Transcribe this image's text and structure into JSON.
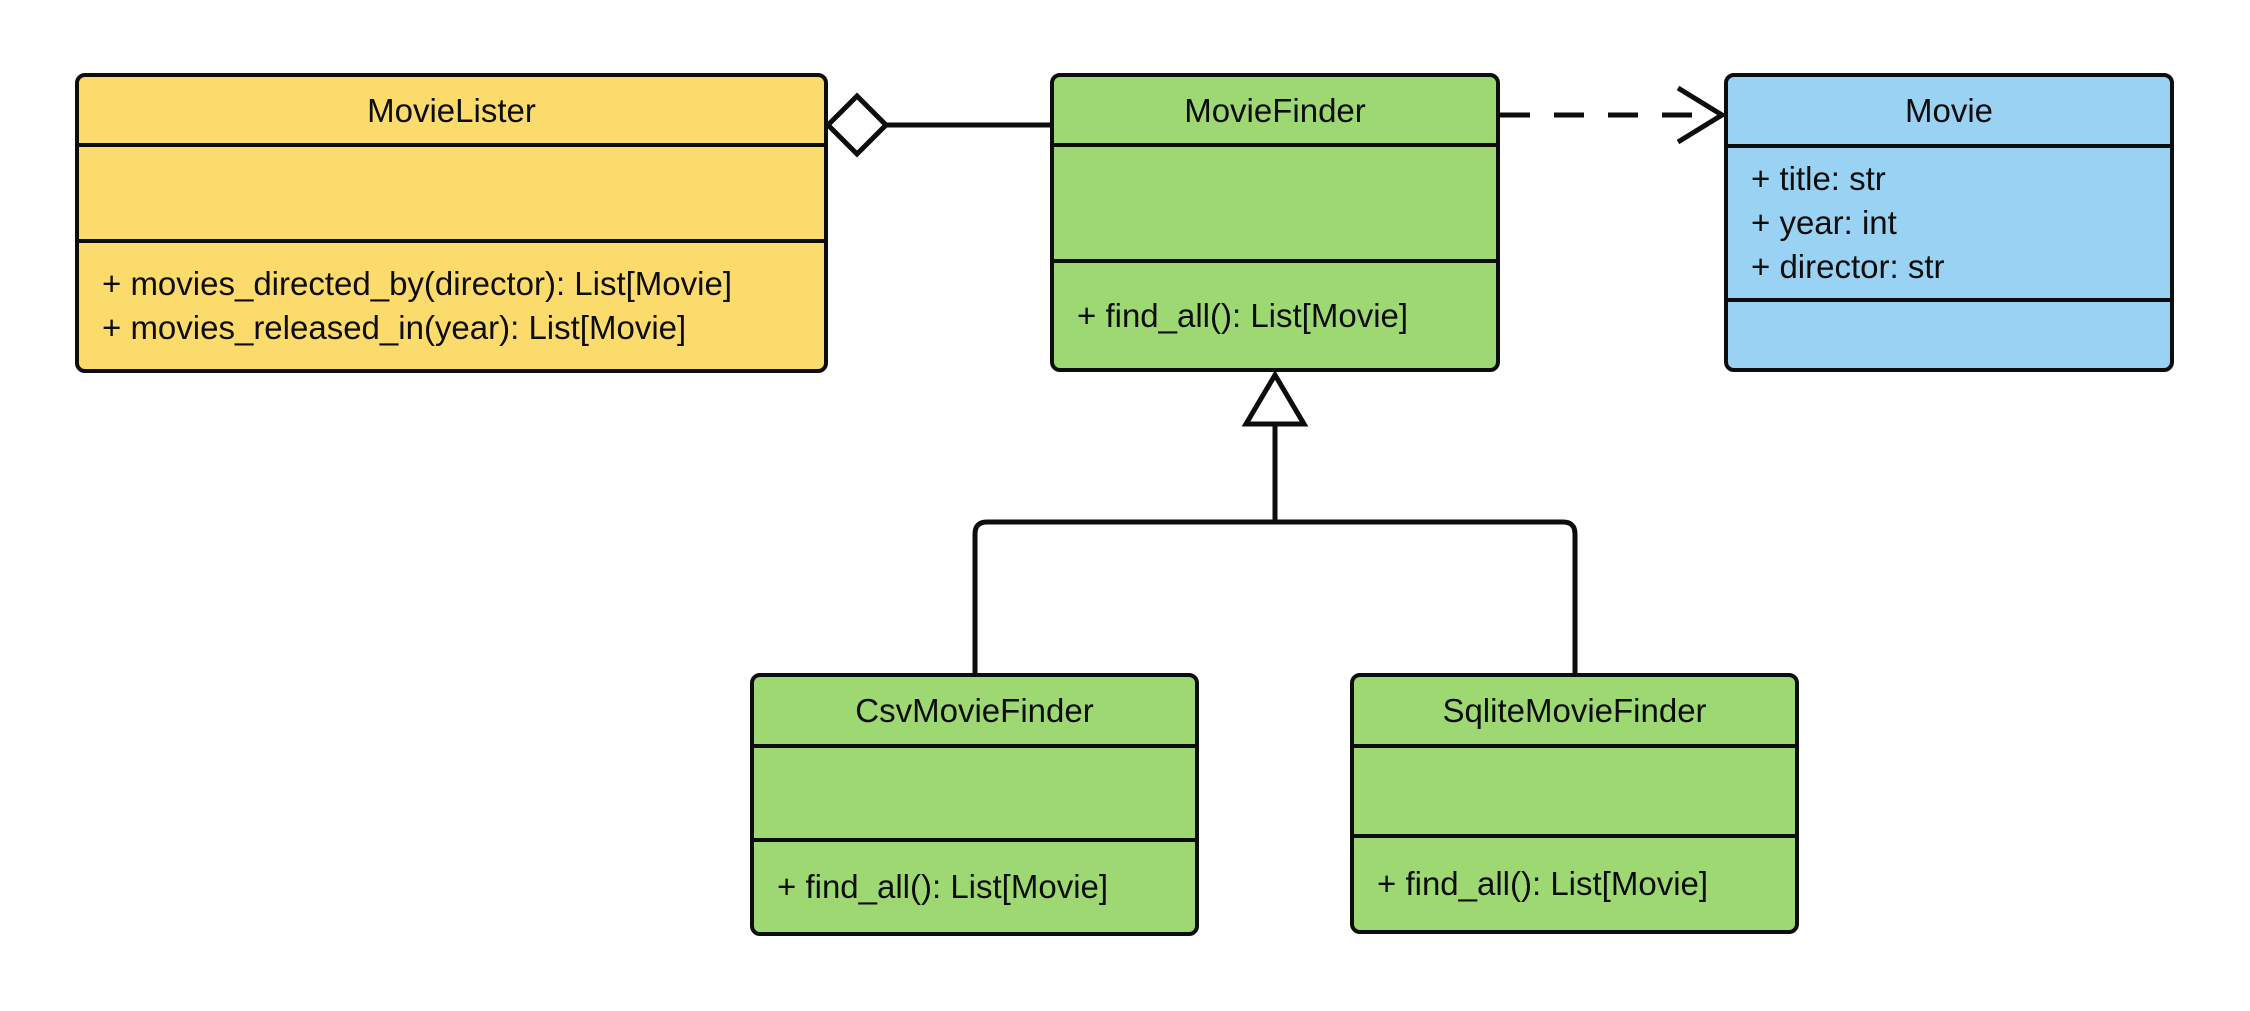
{
  "diagram": {
    "type": "uml_class_diagram",
    "classes": [
      {
        "name": "MovieLister",
        "color": "yellow",
        "attributes": [],
        "methods": [
          "+ movies_directed_by(director): List[Movie]",
          "+ movies_released_in(year): List[Movie]"
        ]
      },
      {
        "name": "MovieFinder",
        "color": "green",
        "attributes": [],
        "methods": [
          "+ find_all(): List[Movie]"
        ]
      },
      {
        "name": "Movie",
        "color": "blue",
        "attributes": [
          "+ title: str",
          "+ year: int",
          "+ director: str"
        ],
        "methods": []
      },
      {
        "name": "CsvMovieFinder",
        "color": "green",
        "attributes": [],
        "methods": [
          "+ find_all(): List[Movie]"
        ]
      },
      {
        "name": "SqliteMovieFinder",
        "color": "green",
        "attributes": [],
        "methods": [
          "+ find_all(): List[Movie]"
        ]
      }
    ],
    "relationships": [
      {
        "type": "aggregation",
        "from": "MovieLister",
        "to": "MovieFinder",
        "marker": "hollow-diamond",
        "line": "solid"
      },
      {
        "type": "dependency",
        "from": "MovieFinder",
        "to": "Movie",
        "marker": "open-arrow",
        "line": "dashed"
      },
      {
        "type": "inheritance",
        "from": "CsvMovieFinder",
        "to": "MovieFinder",
        "marker": "hollow-triangle",
        "line": "solid"
      },
      {
        "type": "inheritance",
        "from": "SqliteMovieFinder",
        "to": "MovieFinder",
        "marker": "hollow-triangle",
        "line": "solid"
      }
    ],
    "colors": {
      "yellow": "#FCDB6D",
      "green": "#9ED873",
      "blue": "#99D2F2",
      "stroke": "#0D0D0D",
      "background": "#FFFFFF"
    }
  }
}
